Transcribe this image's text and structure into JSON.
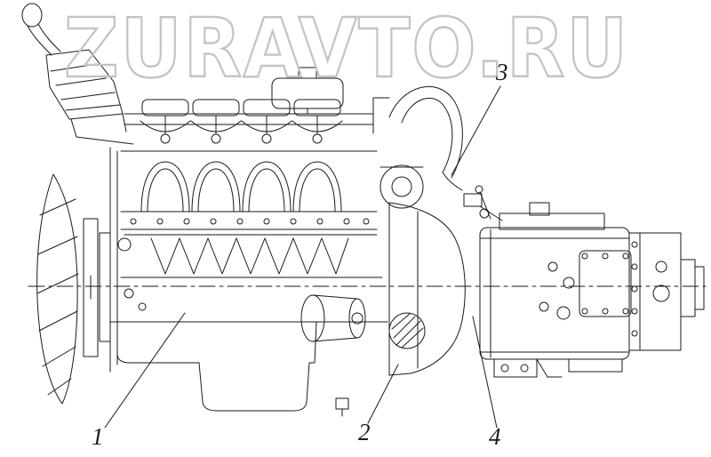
{
  "watermark": "ZURAVTO.RU",
  "callouts": [
    {
      "label": "1"
    },
    {
      "label": "2"
    },
    {
      "label": "3"
    },
    {
      "label": "4"
    }
  ],
  "colors": {
    "line": "#1a1a1a",
    "watermark": "#c4c4c4",
    "background": "#ffffff"
  }
}
